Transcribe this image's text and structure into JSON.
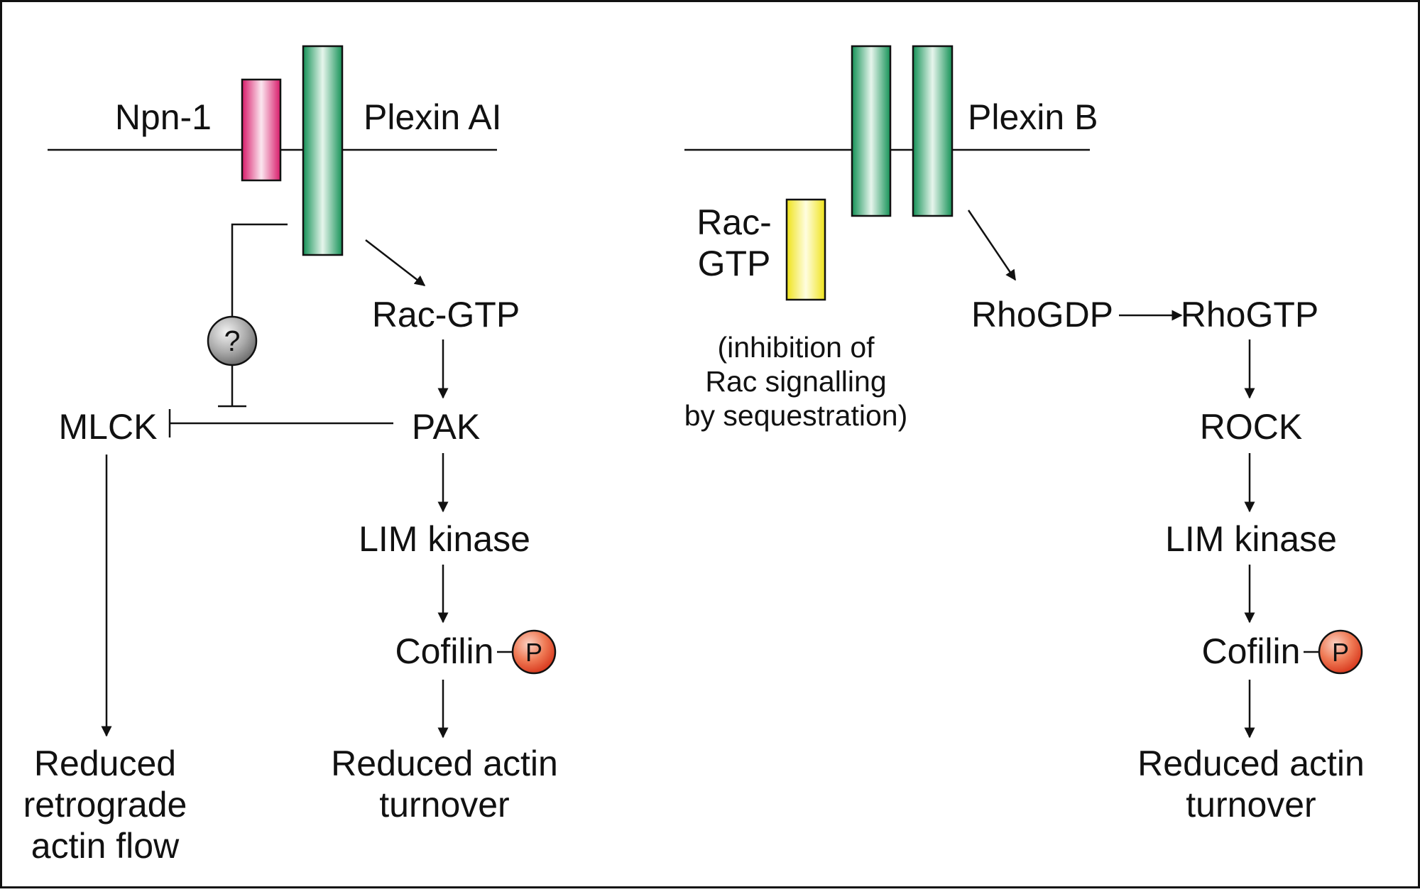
{
  "left_panel": {
    "receptor_a": "Npn-1",
    "receptor_b": "Plexin AI",
    "unknown_mark": "?",
    "nodes": {
      "rac_gtp": "Rac-GTP",
      "mlck": "MLCK",
      "pak": "PAK",
      "lim_kinase": "LIM kinase",
      "cofilin": "Cofilin",
      "phospho": "P"
    },
    "outcome_left": [
      "Reduced",
      "retrograde",
      "actin flow"
    ],
    "outcome_right": [
      "Reduced actin",
      "turnover"
    ]
  },
  "right_panel": {
    "receptor": "Plexin B",
    "rac_label": [
      "Rac-",
      "GTP"
    ],
    "note": [
      "(inhibition of",
      "Rac signalling",
      "by sequestration)"
    ],
    "nodes": {
      "rho_gdp": "RhoGDP",
      "rho_gtp": "RhoGTP",
      "rock": "ROCK",
      "lim_kinase": "LIM kinase",
      "cofilin": "Cofilin",
      "phospho": "P"
    },
    "outcome": [
      "Reduced actin",
      "turnover"
    ]
  },
  "colors": {
    "npn1": "#d81b6a",
    "plexin": "#1a9a62",
    "rac": "#f2ea1a",
    "phospho": "#e2452a",
    "unknown": "#8a8a8a"
  }
}
